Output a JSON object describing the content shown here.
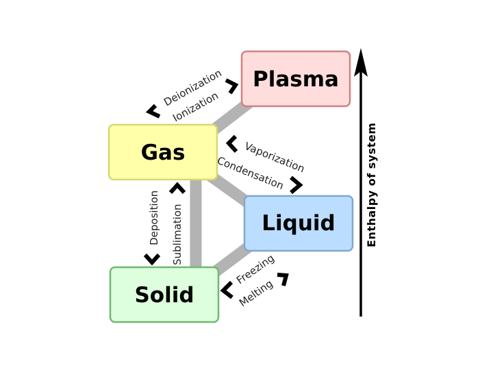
{
  "states": {
    "plasma": {
      "label": "Plasma",
      "fill": "#ffdddd",
      "stroke": "#d08080"
    },
    "gas": {
      "label": "Gas",
      "fill": "#ffffaa",
      "stroke": "#d8d870"
    },
    "liquid": {
      "label": "Liquid",
      "fill": "#bbddff",
      "stroke": "#80a8d0"
    },
    "solid": {
      "label": "Solid",
      "fill": "#ddffdd",
      "stroke": "#70b870"
    }
  },
  "transitions": {
    "deionization": "Deionization",
    "ionization": "Ionization",
    "vaporization": "Vaporization",
    "condensation": "Condensation",
    "deposition": "Deposition",
    "sublimation": "Sublimation",
    "freezing": "Freezing",
    "melting": "Melting"
  },
  "axis": {
    "label": "Enthalpy of system",
    "color": "#000000"
  },
  "link_color": "#b3b3b3"
}
